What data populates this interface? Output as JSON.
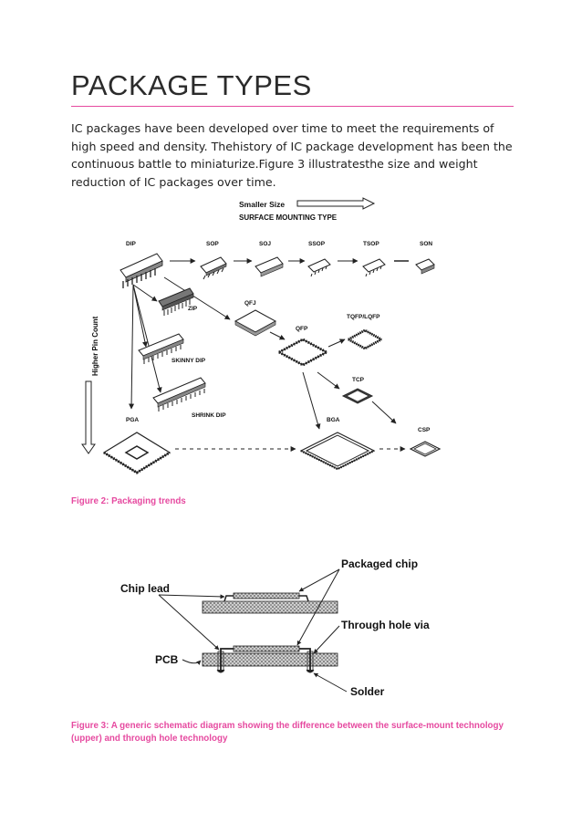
{
  "heading": "PACKAGE TYPES",
  "intro": "IC packages have been developed over time to meet the requirements of high speed and density. Thehistory of IC package development has been the continuous battle to miniaturize.Figure 3 illustratesthe size and weight reduction of IC packages over time.",
  "figure2": {
    "caption": "Figure 2: Packaging trends",
    "smaller_size": "Smaller Size",
    "surface_mounting": "SURFACE MOUNTING TYPE",
    "higher_pin_count": "Higher Pin Count",
    "labels": {
      "dip": "DIP",
      "sop": "SOP",
      "soj": "SOJ",
      "ssop": "SSOP",
      "tsop": "TSOP",
      "son": "SON",
      "zip": "ZIP",
      "qfj": "QFJ",
      "qfp": "QFP",
      "tqfp": "TQFP/LQFP",
      "skinny": "SKINNY DIP",
      "tcp": "TCP",
      "shrink": "SHRINK DIP",
      "pga": "PGA",
      "bga": "BGA",
      "csp": "CSP"
    }
  },
  "figure3": {
    "caption": "Figure 3: A generic schematic diagram showing the difference between the surface-mount technology (upper) and through hole technology",
    "labels": {
      "packaged_chip": "Packaged chip",
      "chip_lead": "Chip lead",
      "through_hole_via": "Through hole via",
      "pcb": "PCB",
      "solder": "Solder"
    }
  },
  "colors": {
    "accent": "#e64aa0",
    "text": "#222222"
  }
}
